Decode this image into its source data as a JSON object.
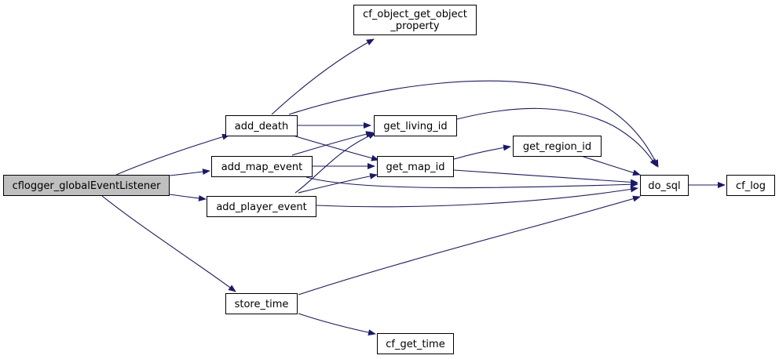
{
  "colors": {
    "edge": "#191970",
    "node_border": "#000000",
    "node_fill": "#ffffff",
    "highlight_fill": "#bfbfbf"
  },
  "nodes": {
    "cflogger_globalEventListener": {
      "label": "cflogger_globalEventListener",
      "highlighted": true
    },
    "add_death": {
      "label": "add_death"
    },
    "add_map_event": {
      "label": "add_map_event"
    },
    "add_player_event": {
      "label": "add_player_event"
    },
    "store_time": {
      "label": "store_time"
    },
    "cf_object_get_object_property": {
      "label_lines": [
        "cf_object_get_object",
        "_property"
      ]
    },
    "get_living_id": {
      "label": "get_living_id"
    },
    "get_map_id": {
      "label": "get_map_id"
    },
    "get_region_id": {
      "label": "get_region_id"
    },
    "do_sql": {
      "label": "do_sql"
    },
    "cf_log": {
      "label": "cf_log"
    },
    "cf_get_time": {
      "label": "cf_get_time"
    }
  },
  "edges": [
    {
      "from": "cflogger_globalEventListener",
      "to": "add_death"
    },
    {
      "from": "cflogger_globalEventListener",
      "to": "add_map_event"
    },
    {
      "from": "cflogger_globalEventListener",
      "to": "add_player_event"
    },
    {
      "from": "cflogger_globalEventListener",
      "to": "store_time"
    },
    {
      "from": "add_death",
      "to": "cf_object_get_object_property"
    },
    {
      "from": "add_death",
      "to": "do_sql"
    },
    {
      "from": "add_death",
      "to": "get_living_id"
    },
    {
      "from": "add_death",
      "to": "get_map_id"
    },
    {
      "from": "add_map_event",
      "to": "get_living_id"
    },
    {
      "from": "add_map_event",
      "to": "get_map_id"
    },
    {
      "from": "add_map_event",
      "to": "do_sql"
    },
    {
      "from": "add_player_event",
      "to": "get_living_id"
    },
    {
      "from": "add_player_event",
      "to": "get_map_id"
    },
    {
      "from": "add_player_event",
      "to": "do_sql"
    },
    {
      "from": "get_living_id",
      "to": "do_sql"
    },
    {
      "from": "get_map_id",
      "to": "get_region_id"
    },
    {
      "from": "get_map_id",
      "to": "do_sql"
    },
    {
      "from": "get_region_id",
      "to": "do_sql"
    },
    {
      "from": "do_sql",
      "to": "cf_log"
    },
    {
      "from": "store_time",
      "to": "do_sql"
    },
    {
      "from": "store_time",
      "to": "cf_get_time"
    }
  ]
}
